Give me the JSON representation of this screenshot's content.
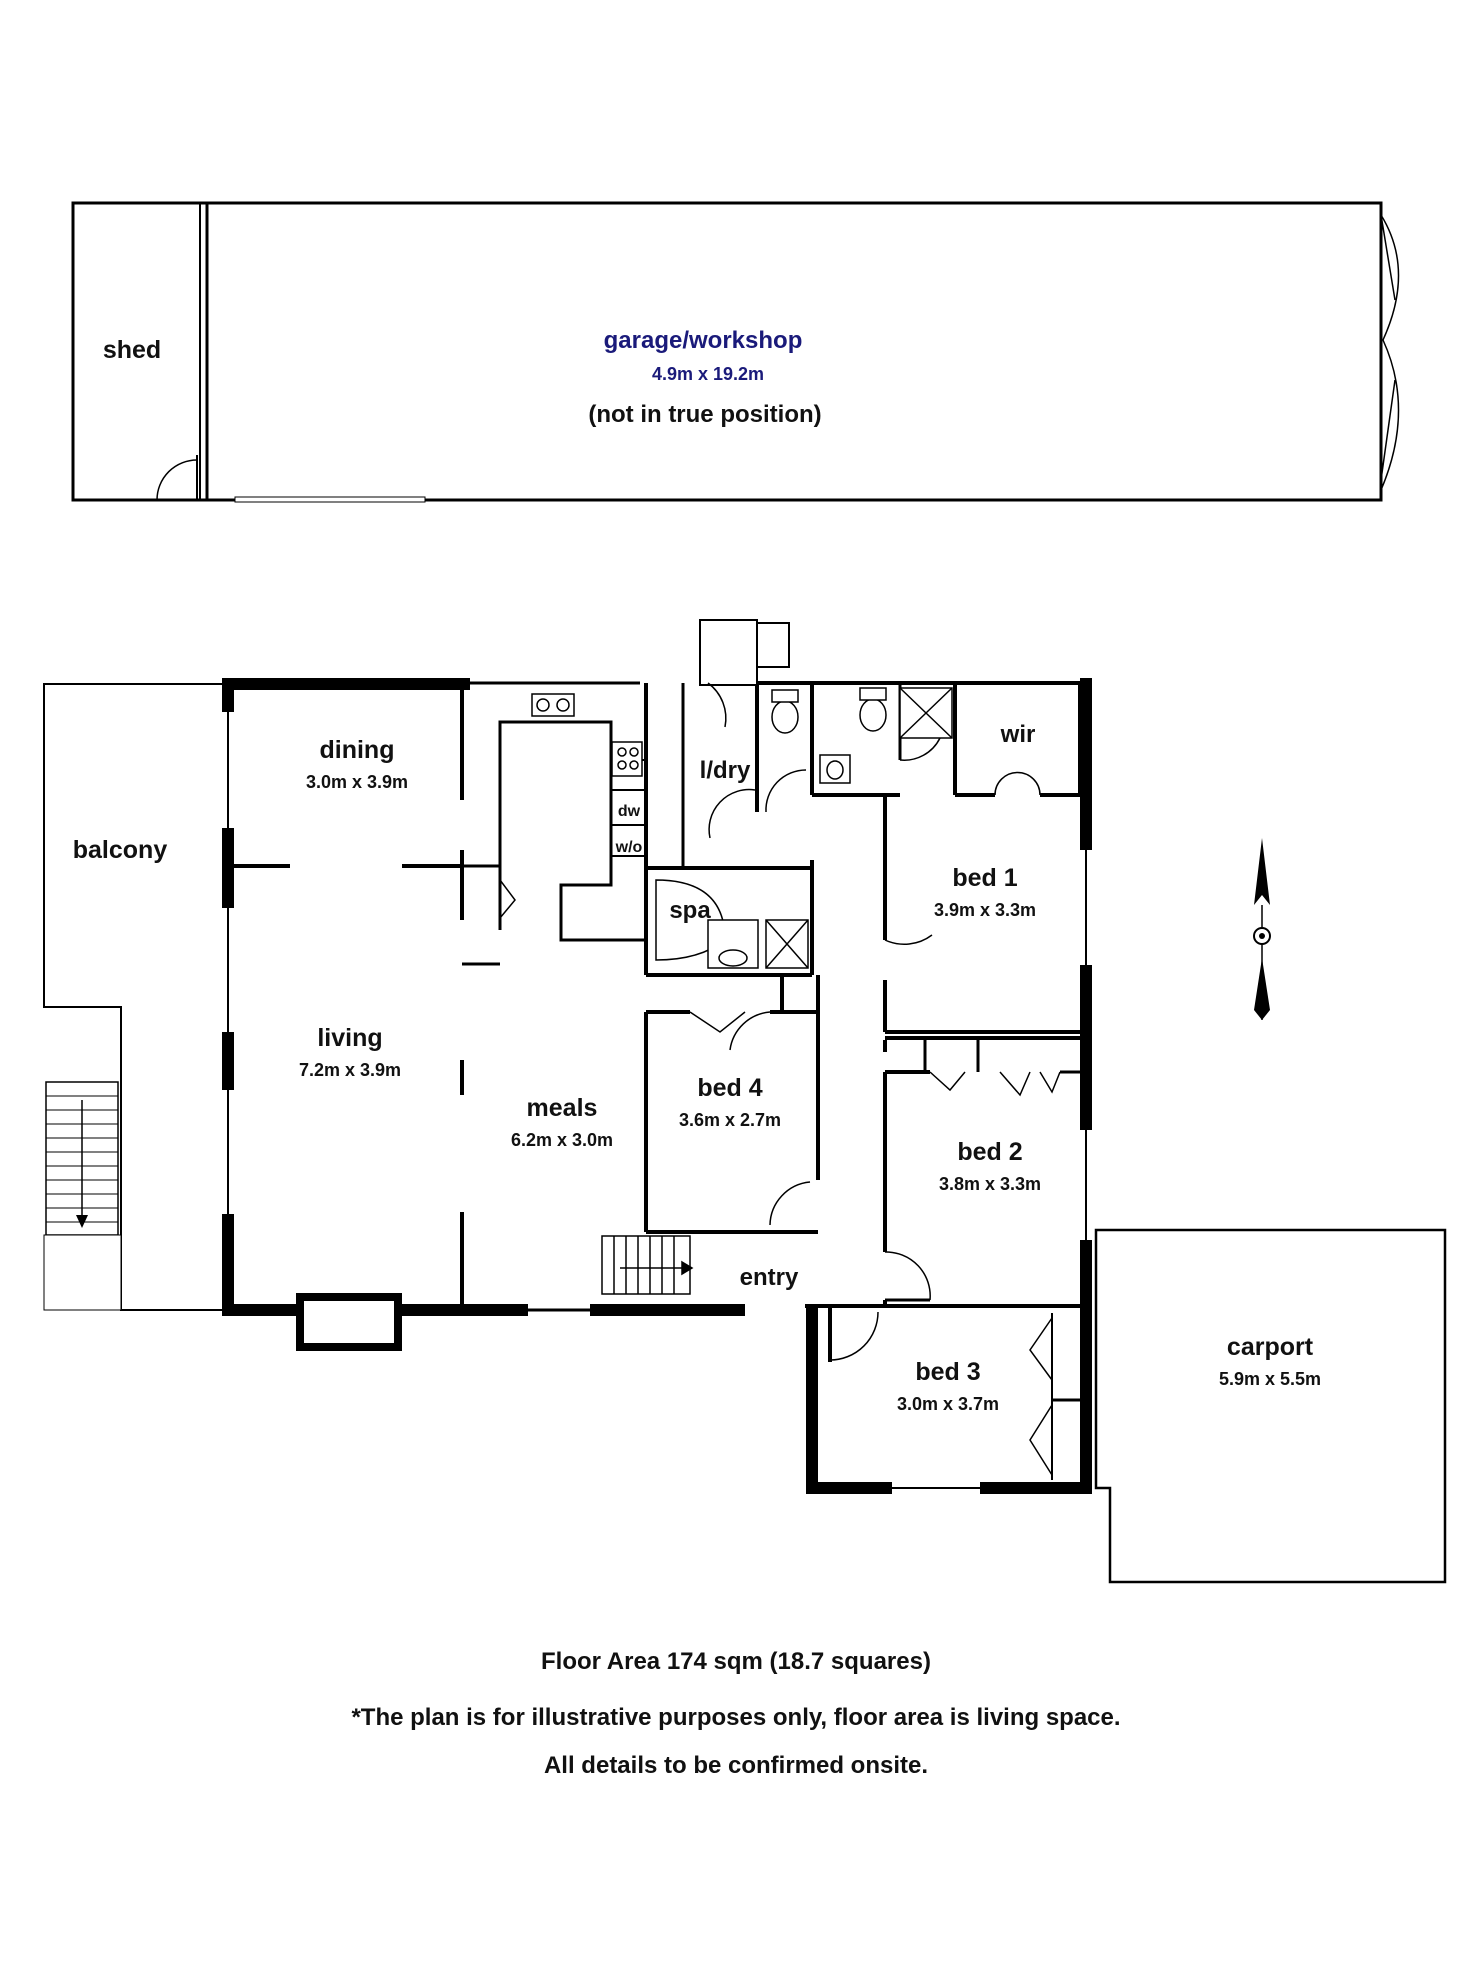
{
  "outbuilding": {
    "shed": "shed",
    "garage": {
      "name": "garage/workshop",
      "size": "4.9m x 19.2m",
      "note": "(not in true position)"
    }
  },
  "rooms": {
    "balcony": {
      "name": "balcony"
    },
    "dining": {
      "name": "dining",
      "size": "3.0m x 3.9m"
    },
    "living": {
      "name": "living",
      "size": "7.2m x 3.9m"
    },
    "meals": {
      "name": "meals",
      "size": "6.2m x 3.0m"
    },
    "ldry": {
      "name": "l/dry"
    },
    "spa": {
      "name": "spa"
    },
    "dw": {
      "name": "dw"
    },
    "wo": {
      "name": "w/o"
    },
    "wir": {
      "name": "wir"
    },
    "bed1": {
      "name": "bed 1",
      "size": "3.9m x 3.3m"
    },
    "bed2": {
      "name": "bed 2",
      "size": "3.8m x 3.3m"
    },
    "bed3": {
      "name": "bed 3",
      "size": "3.0m x 3.7m"
    },
    "bed4": {
      "name": "bed 4",
      "size": "3.6m x 2.7m"
    },
    "entry": {
      "name": "entry"
    },
    "carport": {
      "name": "carport",
      "size": "5.9m x 5.5m"
    }
  },
  "footer": {
    "area": "Floor Area 174 sqm (18.7 squares)",
    "disclaimer": "*The plan is for illustrative purposes only, floor area is living space.",
    "confirm": "All details to be confirmed onsite."
  },
  "colors": {
    "wall": "#000000",
    "garage_label": "#1a1a7a",
    "background": "#ffffff"
  }
}
